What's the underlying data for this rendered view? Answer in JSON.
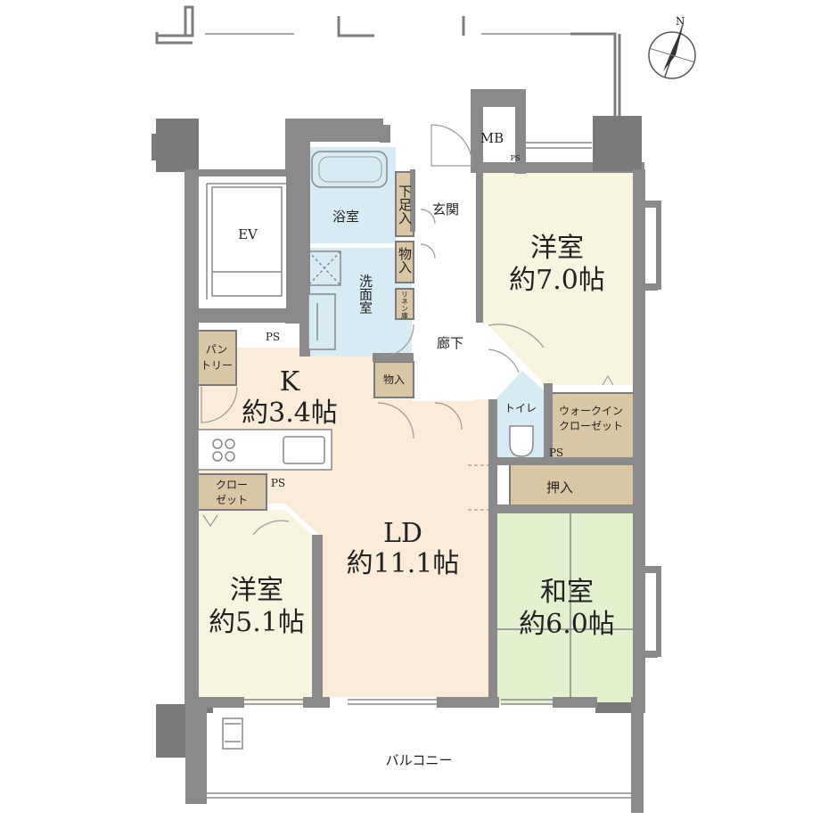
{
  "plan": {
    "compass": "N",
    "rooms": {
      "western_room_1": {
        "name": "洋室",
        "size": "約7.0帖"
      },
      "western_room_2": {
        "name": "洋室",
        "size": "約5.1帖"
      },
      "japanese_room": {
        "name": "和室",
        "size": "約6.0帖"
      },
      "kitchen": {
        "name": "K",
        "size": "約3.4帖"
      },
      "living_dining": {
        "name": "LD",
        "size": "約11.1帖"
      },
      "bathroom": {
        "name": "浴室"
      },
      "washroom": {
        "name": "洗面室"
      },
      "entrance": {
        "name": "玄関"
      },
      "corridor": {
        "name": "廊下"
      },
      "toilet": {
        "name": "トイレ"
      },
      "elevator": {
        "name": "EV"
      },
      "balcony": {
        "name": "バルコニー"
      }
    },
    "storage": {
      "shoe_box": "下足入",
      "storage_entrance": "物入",
      "linen": "リネン庫",
      "storage_hall": "物入",
      "pantry_line1": "パン",
      "pantry_line2": "トリー",
      "closet_line1": "クロー",
      "closet_line2": "ゼット",
      "walkin_line1": "ウォークイン",
      "walkin_line2": "クローゼット",
      "oshiire": "押入",
      "meter_box": "MB"
    },
    "ps_labels": [
      "PS",
      "PS",
      "PS",
      "PS"
    ],
    "colors": {
      "western_room_1": "#f7f5df",
      "western_room_2": "#f7f5df",
      "japanese_room": "#e3f1cf",
      "living_dining": "#fbecd9",
      "kitchen": "#fbecd9",
      "wet_area": "#d6ebf3",
      "storage": "#d8c6a4",
      "wall": "#8a8a8a"
    }
  }
}
